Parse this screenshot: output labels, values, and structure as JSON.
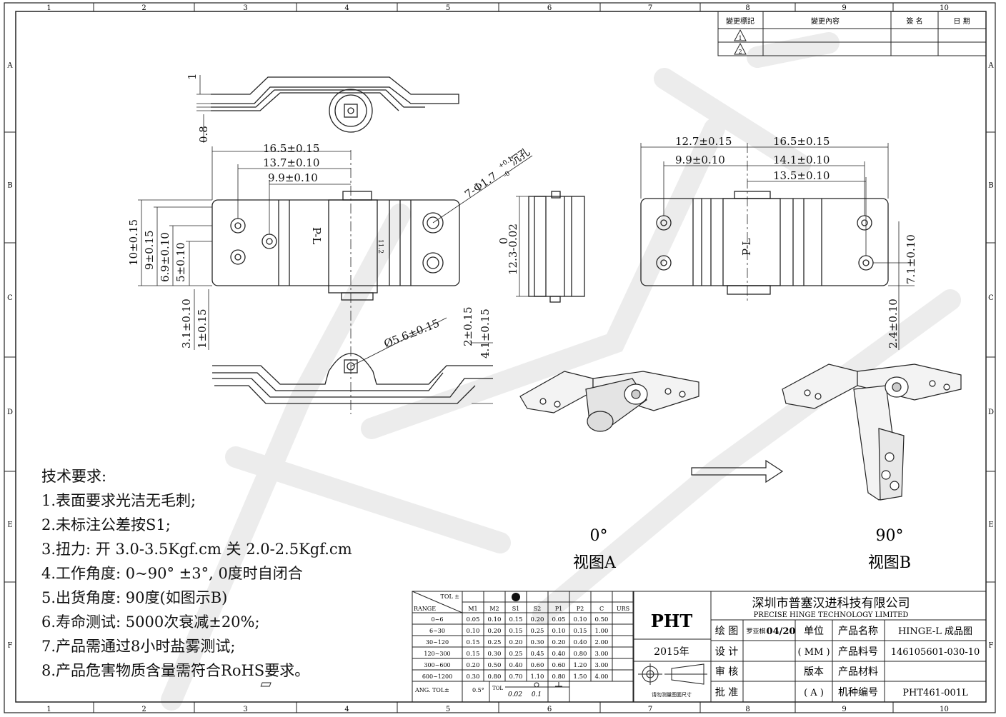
{
  "frame": {
    "columns": [
      "1",
      "2",
      "3",
      "4",
      "5",
      "6",
      "7",
      "8",
      "9",
      "10"
    ],
    "rows": [
      "A",
      "B",
      "C",
      "D",
      "E",
      "F"
    ]
  },
  "revision": {
    "headers": [
      "變更標記",
      "變更內容",
      "簽 名",
      "日 期"
    ],
    "marks": [
      "1",
      "2"
    ]
  },
  "dimensions": {
    "top_a": "1",
    "top_b": "0.8",
    "d16_5": "16.5±0.15",
    "d13_7": "13.7±0.10",
    "d9_9": "9.9±0.10",
    "hole": "7-Φ1.7",
    "hole_tol_up": "+0.1",
    "hole_tol_dn": "-0",
    "hole_note": "沉孔",
    "d10": "10±0.15",
    "d9": "9±0.15",
    "d6_9": "6.9±0.10",
    "d5": "5±0.10",
    "d3_1": "3.1±0.10",
    "d1": "1±0.15",
    "part_mark": "P-L",
    "mid_label": "11.2",
    "d12_3_a": "0",
    "d12_3_b": "12.3-0.02",
    "d5_6": "Ø5.6±0.15",
    "d2": "2±0.15",
    "d4_1": "4.1±0.15",
    "r12_7": "12.7±0.15",
    "r16_5": "16.5±0.15",
    "r9_9": "9.9±0.10",
    "r14_1": "14.1±0.10",
    "r13_5": "13.5±0.10",
    "r7_1": "7.1±0.10",
    "r2_4": "2.4±0.10"
  },
  "views": {
    "a_angle": "0°",
    "a_label": "视图A",
    "b_angle": "90°",
    "b_label": "视图B"
  },
  "notes": {
    "title": "技术要求:",
    "items": [
      "1.表面要求光洁无毛刺;",
      "2.未标注公差按S1;",
      "3.扭力: 开 3.0-3.5Kgf.cm  关 2.0-2.5Kgf.cm",
      "4.工作角度: 0~90° ±3°, 0度时自闭合",
      "5.出货角度: 90度(如图示B)",
      "6.寿命测试: 5000次衰减±20%;",
      "7.产品需通过8小时盐雾测试;",
      "8.产品危害物质含量需符合RoHS要求。"
    ]
  },
  "tolerance": {
    "corner_top": "TOL ±",
    "corner_bottom": "RANGE",
    "headers": [
      "M1",
      "M2",
      "S1",
      "S2",
      "P1",
      "P2",
      "C",
      "URS"
    ],
    "rows": [
      {
        "range": "0~6",
        "vals": [
          "0.05",
          "0.10",
          "0.15",
          "0.20",
          "0.05",
          "0.10",
          "0.50",
          ""
        ]
      },
      {
        "range": "6~30",
        "vals": [
          "0.10",
          "0.20",
          "0.15",
          "0.25",
          "0.10",
          "0.15",
          "1.00",
          ""
        ]
      },
      {
        "range": "30~120",
        "vals": [
          "0.15",
          "0.25",
          "0.20",
          "0.30",
          "0.20",
          "0.40",
          "2.00",
          ""
        ]
      },
      {
        "range": "120~300",
        "vals": [
          "0.15",
          "0.30",
          "0.25",
          "0.45",
          "0.40",
          "0.80",
          "3.00",
          ""
        ]
      },
      {
        "range": "300~600",
        "vals": [
          "0.20",
          "0.50",
          "0.40",
          "0.60",
          "0.60",
          "1.20",
          "3.00",
          ""
        ]
      },
      {
        "range": "600~1200",
        "vals": [
          "0.30",
          "0.80",
          "0.70",
          "1.10",
          "0.80",
          "1.50",
          "4.00",
          ""
        ]
      }
    ],
    "ang_label": "ANG.  TOL±",
    "ang_value": "0.5°",
    "geo_tol": "TOL",
    "geo_vals": [
      "0.02",
      "0.1"
    ]
  },
  "title_block": {
    "logo": "PHT",
    "year": "2015年",
    "projection_note": "请勿测量图面尺寸",
    "company_cn": "深圳市普塞汉进科技有限公司",
    "company_en": "PRECISE HINGE TECHNOLOGY LIMITED",
    "draw_label": "绘 图",
    "drawer": "罗亚棋",
    "draw_date": "04/20",
    "design_label": "设 计",
    "check_label": "审 核",
    "approve_label": "批 准",
    "unit_label": "单位",
    "unit_value": "( MM )",
    "version_label": "版本",
    "version_value": "( A )",
    "name_label": "产品名称",
    "name_value": "HINGE-L 成品图",
    "pn_label": "产品料号",
    "pn_value": "146105601-030-10",
    "material_label": "产品材料",
    "material_value": "",
    "model_label": "机种编号",
    "model_value": "PHT461-001L"
  }
}
